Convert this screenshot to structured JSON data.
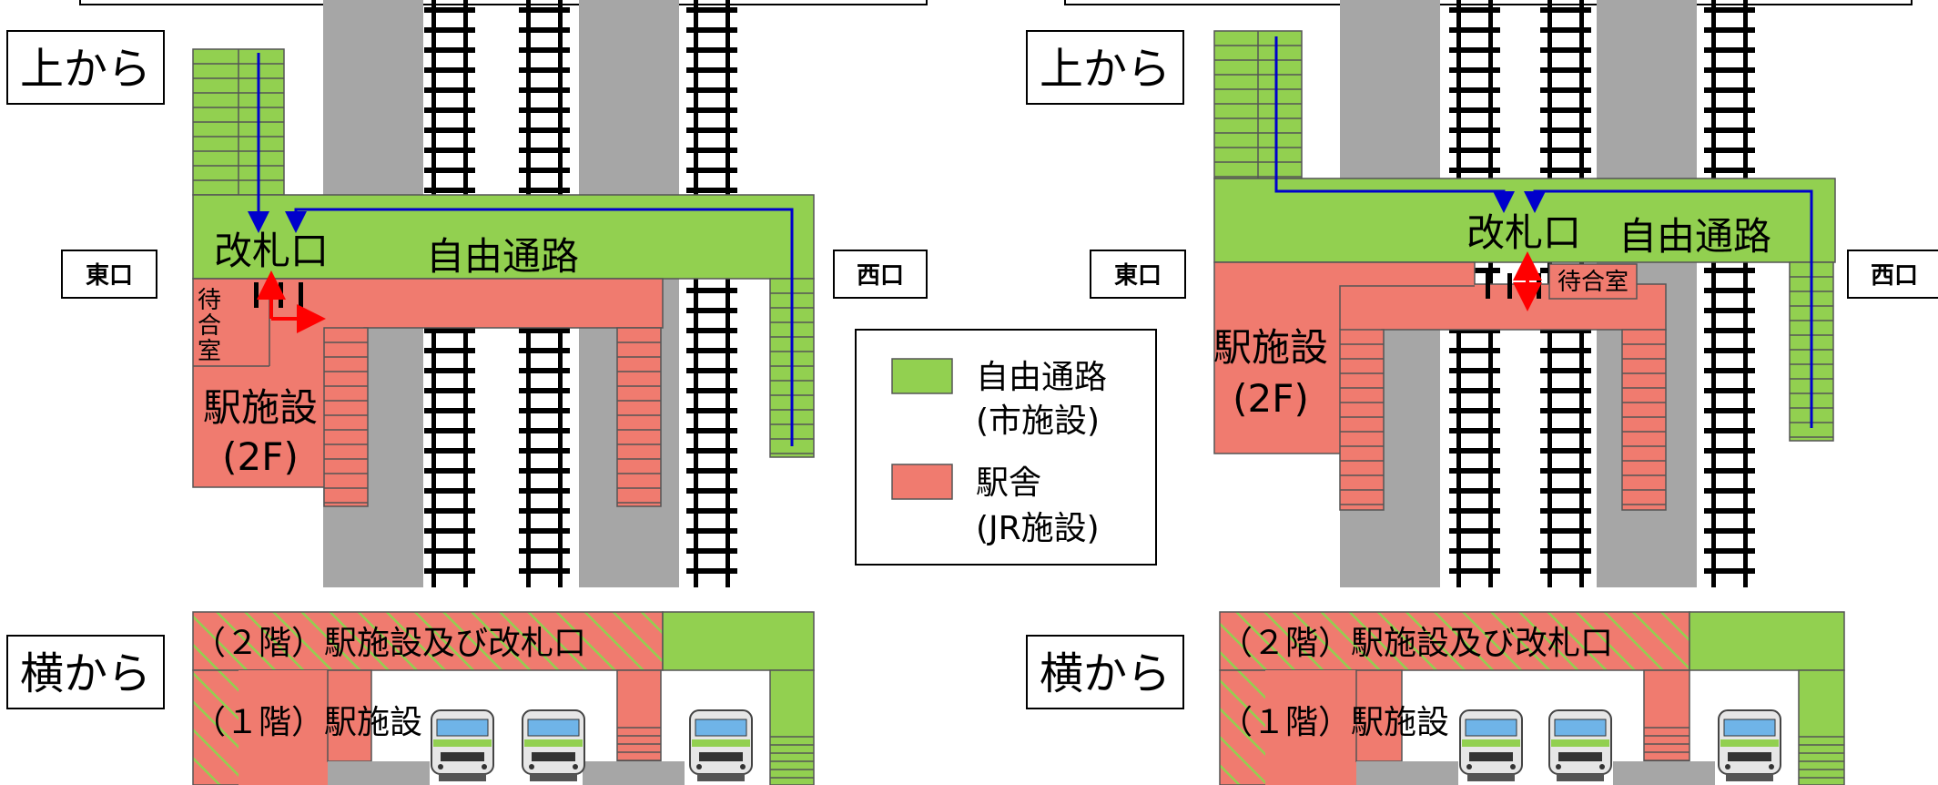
{
  "colors": {
    "free_passage": "#92D050",
    "station_building": "#F07B6F",
    "platform": "#A6A6A6",
    "route_arrow": "#0000CC",
    "gate_arrow": "#FF0000"
  },
  "icons": [
    "train-icon",
    "stairs-icon",
    "rail-track-icon",
    "ticket-gate-icon"
  ],
  "panels": [
    {
      "view_top": "上から",
      "view_side": "横から",
      "east_exit": "東口",
      "west_exit": "西口",
      "ticket_gate": "改札口",
      "free_passage": "自由通路",
      "waiting_room": "待合室",
      "station_facility_line1": "駅施設",
      "station_facility_line2": "(2F)",
      "side_floor2": "（２階）駅施設及び改札口",
      "side_floor1": "（１階）駅施設"
    },
    {
      "view_top": "上から",
      "view_side": "横から",
      "east_exit": "東口",
      "west_exit": "西口",
      "ticket_gate": "改札口",
      "free_passage": "自由通路",
      "waiting_room": "待合室",
      "station_facility_line1": "駅施設",
      "station_facility_line2": "(2F)",
      "side_floor2": "（２階）駅施設及び改札口",
      "side_floor1": "（１階）駅施設"
    }
  ],
  "legend": {
    "free_label_line1": "自由通路",
    "free_label_line2": "(市施設)",
    "building_label_line1": "駅舎",
    "building_label_line2": "(JR施設)"
  }
}
